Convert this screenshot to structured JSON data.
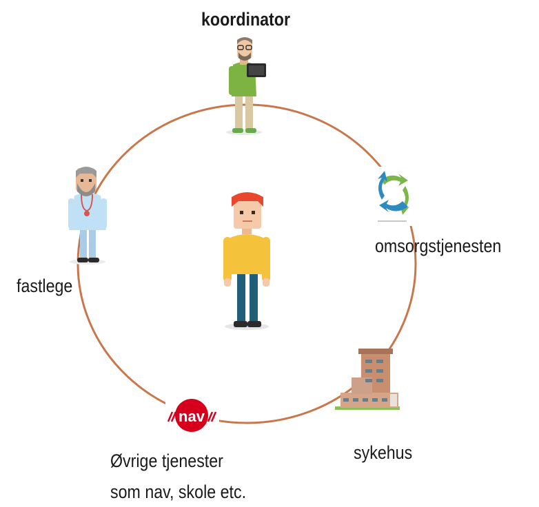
{
  "diagram": {
    "ring_color": "#c8764a",
    "center": {
      "icon": "person-icon",
      "hair_color": "#e8492e",
      "shirt_color": "#f5c33b",
      "pants_color": "#1f5f7a"
    },
    "nodes": [
      {
        "id": "koordinator",
        "label": "koordinator",
        "icon": "coordinator-with-tablet-icon",
        "bold": true
      },
      {
        "id": "omsorgstjenesten",
        "label": "omsorgstjenesten",
        "icon": "care-services-arrows-icon"
      },
      {
        "id": "sykehus",
        "label": "sykehus",
        "icon": "hospital-building-icon"
      },
      {
        "id": "ovrige",
        "label_lines": [
          "Øvrige tjenester",
          "som nav, skole etc."
        ],
        "icon": "nav-logo-icon",
        "logo_text": "nav"
      },
      {
        "id": "fastlege",
        "label": "fastlege",
        "icon": "doctor-icon"
      }
    ]
  }
}
